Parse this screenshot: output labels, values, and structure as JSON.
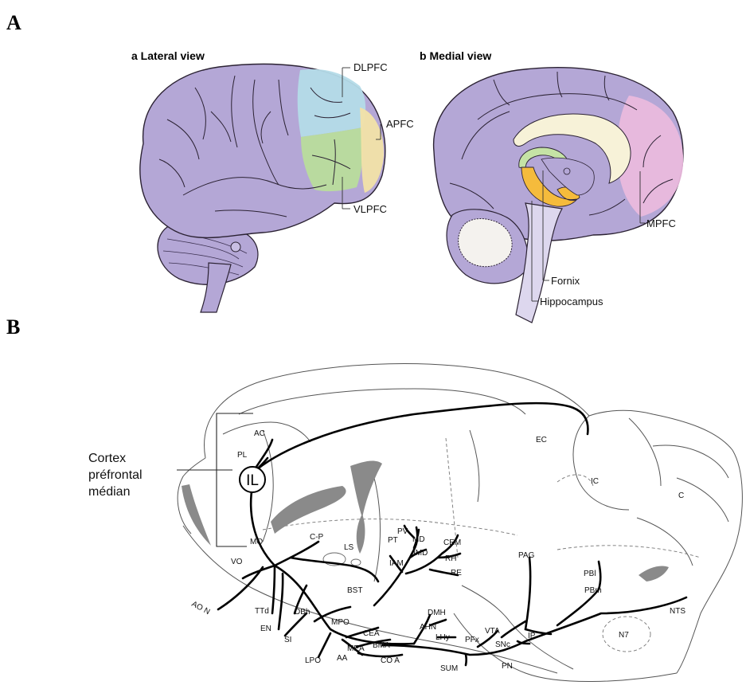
{
  "panels": {
    "A": "A",
    "B": "B"
  },
  "panel_a": {
    "lateral_title": "a  Lateral view",
    "medial_title": "b  Medial view",
    "labels": {
      "dlpfc": "DLPFC",
      "apfc": "APFC",
      "vlpfc": "VLPFC",
      "mpfc": "MPFC",
      "fornix": "Fornix",
      "hippocampus": "Hippocampus"
    },
    "colors": {
      "cortex": "#b4a7d6",
      "dlpfc": "#b4dbe8",
      "vlpfc": "#b9dc9c",
      "apfc": "#f2e2a8",
      "mpfc": "#eab9dd",
      "fornix": "#c5e3a5",
      "hippocampus": "#f5bb3c",
      "corpus_callosum": "#f7f2d8",
      "brainstem": "#ddd7ee"
    }
  },
  "panel_b": {
    "side_label": [
      "Cortex",
      "préfrontal",
      "médian"
    ],
    "il": "IL",
    "regions": {
      "ac": "AC",
      "pl": "PL",
      "mo": "MO",
      "vo": "VO",
      "aon": "AO N",
      "ttd": "TTd",
      "en": "EN",
      "si": "SI",
      "dbh": "DBh",
      "lpo": "LPO",
      "mpo": "MPO",
      "aa": "AA",
      "mea": "MEA",
      "cea": "CEA",
      "bma": "BMA",
      "coa": "CO A",
      "ahn": "AHN",
      "dmh": "DMH",
      "lhy": "LHy",
      "sum": "SUM",
      "pfx": "PFx",
      "vta": "VTA",
      "snc": "SNc",
      "ip": "IP",
      "pag": "PAG",
      "pbl": "PBl",
      "pbm": "PBm",
      "nts": "NTS",
      "cp": "C-P",
      "ls": "LS",
      "bst": "BST",
      "pv": "PV",
      "pt": "PT",
      "md": "MD",
      "imd": "IMD",
      "iam": "IAM",
      "cem": "CEM",
      "rh": "RH",
      "re": "RE",
      "ec": "EC",
      "ic": "IC",
      "c": "C",
      "pn": "PN",
      "n7": "N7"
    }
  }
}
